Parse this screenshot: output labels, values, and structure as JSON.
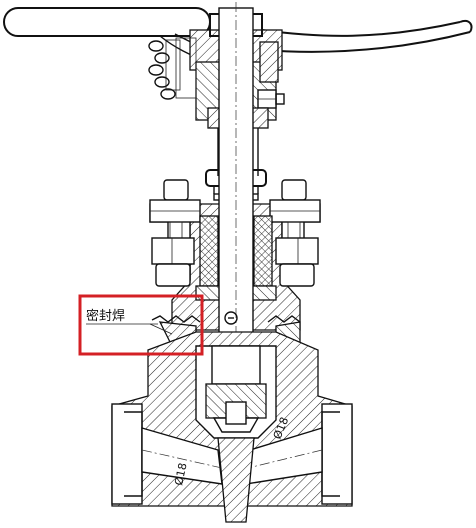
{
  "callout": {
    "label": "密封焊",
    "highlight_color": "#d42025"
  },
  "dimensions": {
    "port_left": "Ø18",
    "port_right": "Ø18"
  },
  "colors": {
    "line": "#111111",
    "background": "#ffffff"
  }
}
